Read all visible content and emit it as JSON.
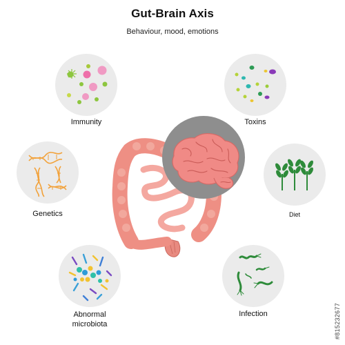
{
  "header": {
    "title": "Gut-Brain Axis",
    "subtitle": "Behaviour, mood, emotions"
  },
  "factors": {
    "immunity": {
      "label": "Immunity",
      "icon": "immune-cells-icon"
    },
    "toxins": {
      "label": "Toxins",
      "icon": "toxin-particles-icon"
    },
    "genetics": {
      "label": "Genetics",
      "icon": "dna-helix-icon"
    },
    "diet": {
      "label": "Diet",
      "icon": "wheat-plant-icon"
    },
    "microbiota": {
      "label_line1": "Abnormal",
      "label_line2": "microbiota",
      "icon": "bacteria-mix-icon"
    },
    "infection": {
      "label": "Infection",
      "icon": "pathogen-icon"
    }
  },
  "center": {
    "brain_icon": "brain-icon",
    "gut_icon": "intestines-icon"
  },
  "watermark": "#815232677",
  "colors": {
    "circle_bg": "#ebebeb",
    "brain_pink": "#f08a86",
    "gut_pink": "#f0a097",
    "brain_backdrop": "#8e8e8e",
    "diet_green": "#2e8b3a"
  }
}
